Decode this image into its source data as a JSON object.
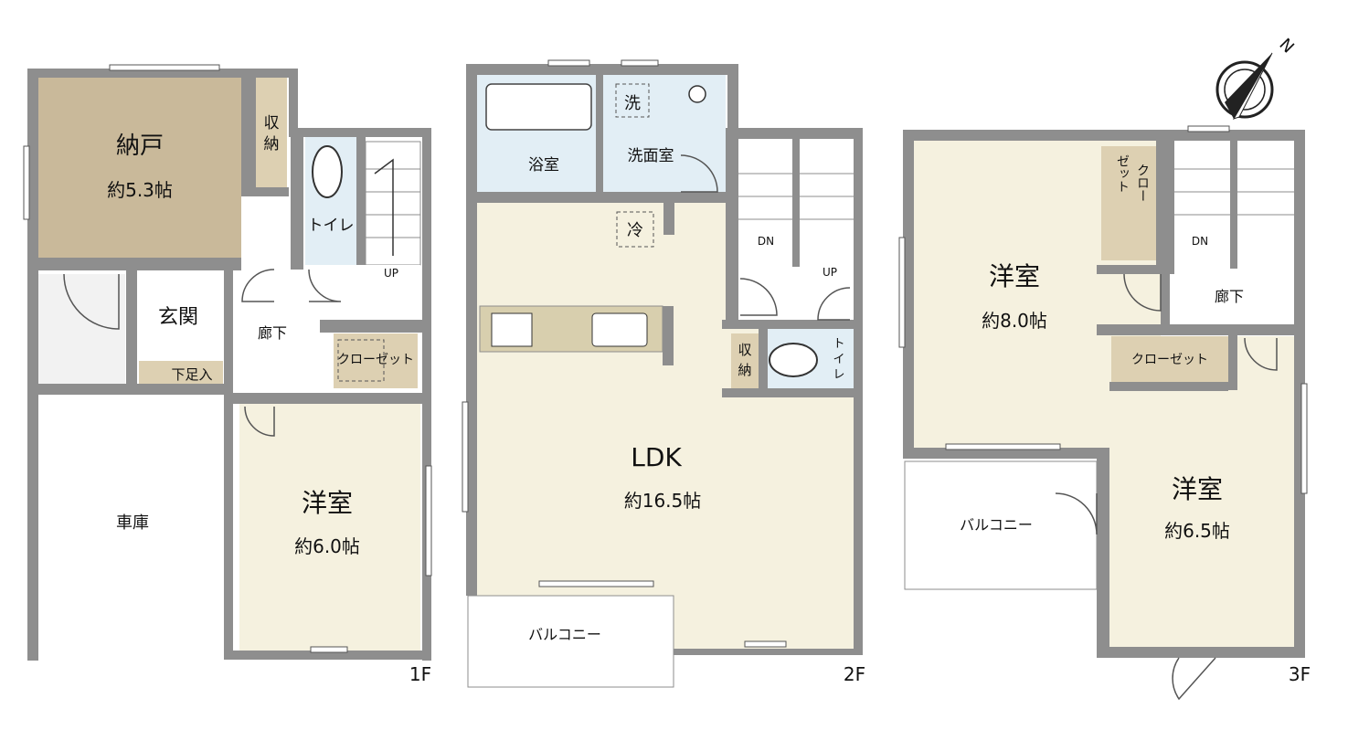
{
  "floors": {
    "f1": {
      "label": "1F",
      "storage": {
        "name": "納戸",
        "area": "約5.3帖"
      },
      "closet_small": {
        "line1": "収",
        "line2": "納"
      },
      "toilet": "トイレ",
      "entrance": "玄関",
      "shoe_box": "下足入",
      "hall": "廊下",
      "closet": "クローゼット",
      "room": {
        "name": "洋室",
        "area": "約6.0帖"
      },
      "garage": "車庫",
      "stair": "UP"
    },
    "f2": {
      "label": "2F",
      "bath": "浴室",
      "washroom": "洗面室",
      "washer": "洗",
      "fridge": "冷",
      "ldk": {
        "name": "LDK",
        "area": "約16.5帖"
      },
      "balcony": "バルコニー",
      "closet_small": {
        "line1": "収",
        "line2": "納"
      },
      "toilet": {
        "line1": "ト",
        "line2": "イ",
        "line3": "レ"
      },
      "stair_dn": "DN",
      "stair_up": "UP"
    },
    "f3": {
      "label": "3F",
      "room_a": {
        "name": "洋室",
        "area": "約8.0帖"
      },
      "closet_vertical": {
        "col1": "クロー",
        "col2": "ゼット"
      },
      "hall": "廊下",
      "closet": "クローゼット",
      "room_b": {
        "name": "洋室",
        "area": "約6.5帖"
      },
      "balcony": "バルコニー",
      "stair_dn": "DN"
    }
  },
  "compass": {
    "label": "N"
  },
  "colors": {
    "wall": "#8e8e8e",
    "storage_room": "#c9b99a",
    "closet": "#ddd0b2",
    "living": "#f5f1df",
    "wet_area": "#e2eef5",
    "hall": "#ffffff"
  }
}
